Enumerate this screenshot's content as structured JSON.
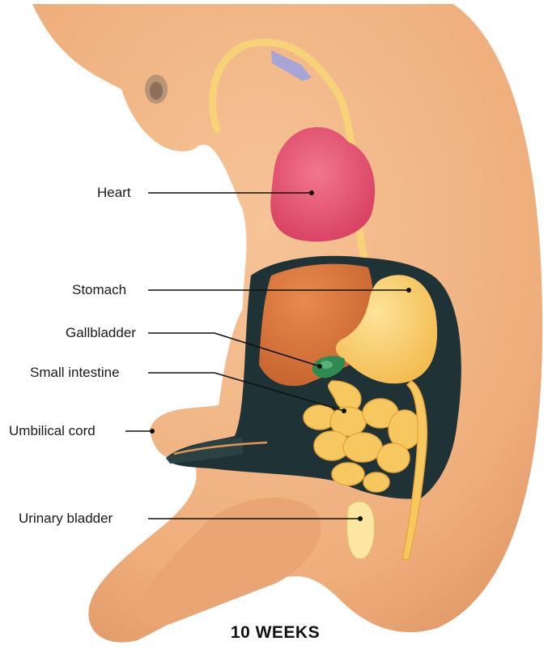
{
  "labels": {
    "heart": "Heart",
    "stomach": "Stomach",
    "gallbladder": "Gallbladder",
    "small_intestine": "Small intestine",
    "umbilical_cord": "Umbilical cord",
    "urinary_bladder": "Urinary bladder"
  },
  "caption": "10 WEEKS",
  "colors": {
    "skin": "#f2b383",
    "heart": "#e04a6a",
    "liver": "#d9703a",
    "stomach": "#f8cc66",
    "intestine": "#f7c860",
    "gallbladder": "#2f8a52",
    "cavity": "#1f3236"
  }
}
